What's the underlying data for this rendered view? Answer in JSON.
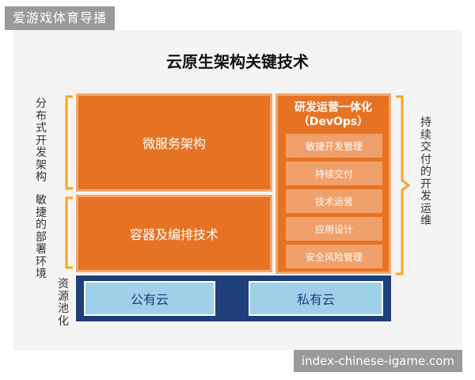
{
  "watermark": {
    "top_left": "爱游戏体育导播",
    "bottom_right": "index-chinese-igame.com"
  },
  "title": "云原生架构关键技术",
  "blocks": {
    "microservice": "微服务架构",
    "container": "容器及编排技术"
  },
  "devops": {
    "title_line1": "研发运营一体化",
    "title_line2": "（DevOps）",
    "items": [
      "敏捷开发管理",
      "持续交付",
      "技术运营",
      "应用设计",
      "安全风险管理"
    ]
  },
  "resource_pool": {
    "label": "资源池化",
    "public_cloud": "公有云",
    "private_cloud": "私有云"
  },
  "side_labels": {
    "distributed": "分布式开发架构",
    "agile_deploy": "敏捷的部署环境",
    "continuous": "持续交付的开发运维"
  },
  "colors": {
    "orange": "#e67323",
    "orange_border": "#f4a76c",
    "sub_item": "#f0a06a",
    "navy": "#1f3f7a",
    "light_blue": "#9fd0ea",
    "bracket": "#f5a623"
  }
}
